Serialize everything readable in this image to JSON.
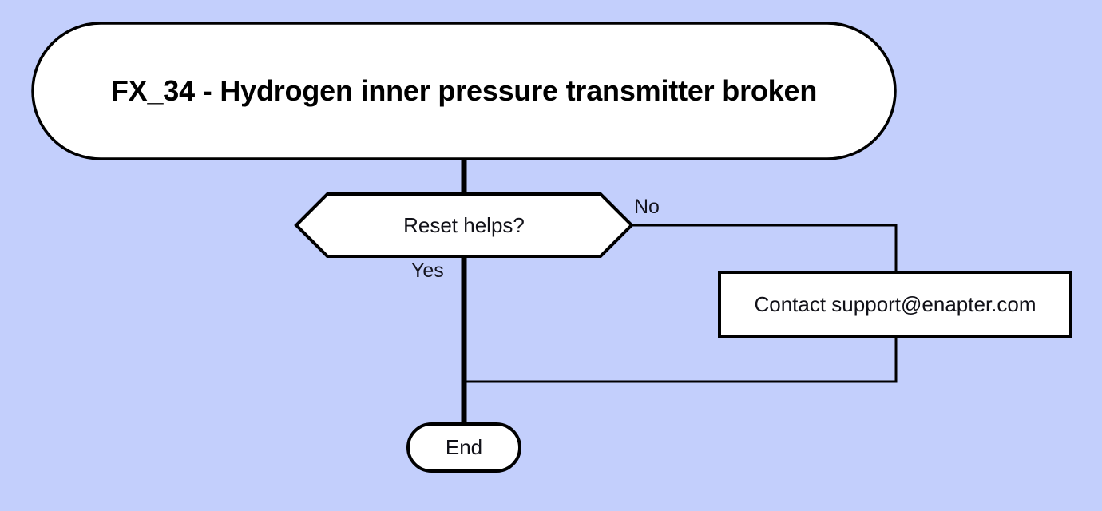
{
  "diagram": {
    "title": "FX_34 - Hydrogen inner pressure transmitter broken",
    "background_color": "#c3cffc",
    "node_fill_color": "#ffffff",
    "stroke_color": "#000000",
    "text_color": "#111118",
    "nodes": [
      {
        "id": "start",
        "shape": "stadium",
        "label": "FX_34 - Hydrogen inner pressure transmitter broken"
      },
      {
        "id": "decision",
        "shape": "hexagon",
        "label": "Reset helps?"
      },
      {
        "id": "action",
        "shape": "rectangle",
        "label": "Contact support@enapter.com"
      },
      {
        "id": "end",
        "shape": "stadium",
        "label": "End"
      }
    ],
    "edges": [
      {
        "id": "start-to-decision",
        "from": "start",
        "to": "decision",
        "label": "",
        "weight": "thick"
      },
      {
        "id": "decision-no-to-action",
        "from": "decision",
        "to": "action",
        "label": "No",
        "weight": "thin"
      },
      {
        "id": "decision-yes-to-end",
        "from": "decision",
        "to": "end",
        "label": "Yes",
        "weight": "thick"
      },
      {
        "id": "action-back-to-trunk",
        "from": "action",
        "to": "end",
        "label": "",
        "weight": "thin"
      }
    ]
  }
}
